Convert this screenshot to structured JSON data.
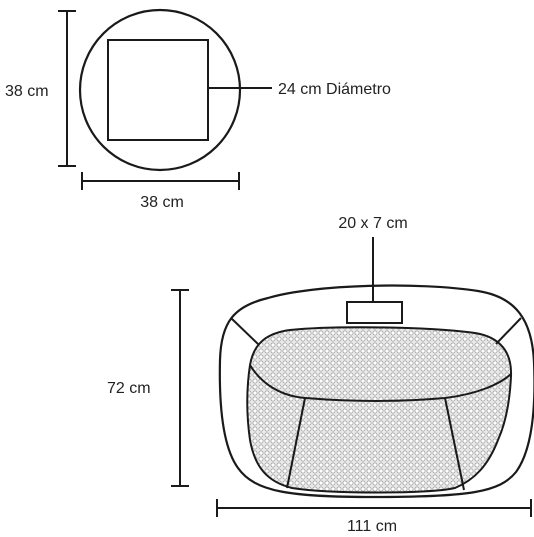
{
  "colors": {
    "line": "#1a1a1a",
    "mesh": "#e6e6e6",
    "background": "#ffffff"
  },
  "cushion": {
    "height_label": "38 cm",
    "width_label": "38 cm",
    "diameter_label": "24 cm Diámetro"
  },
  "bed": {
    "pocket_label": "20 x 7 cm",
    "height_label": "72 cm",
    "width_label": "111 cm"
  }
}
